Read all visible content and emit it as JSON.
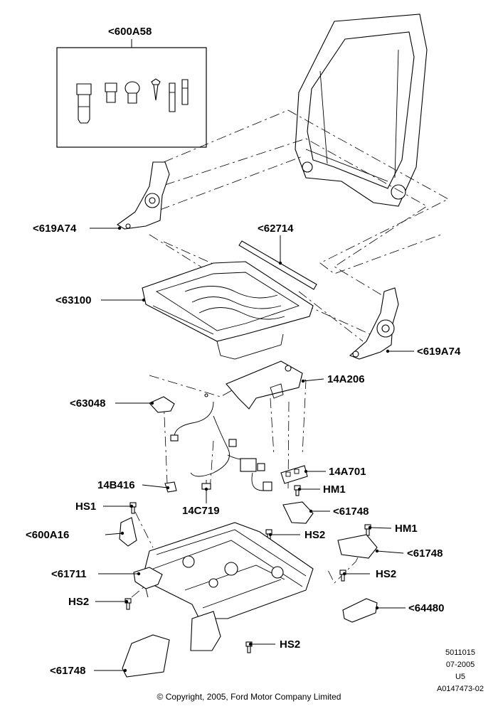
{
  "labels": {
    "l600A58": "<600A58",
    "l619A74_left": "<619A74",
    "l62714": "<62714",
    "l63100": "<63100",
    "l619A74_right": "<619A74",
    "l14A206": "14A206",
    "l63048": "<63048",
    "l14A701": "14A701",
    "l14B416": "14B416",
    "lHM1_a": "HM1",
    "l14C719": "14C719",
    "l61748_a": "<61748",
    "lHS1": "HS1",
    "l600A16": "<600A16",
    "lHS2_a": "HS2",
    "lHM1_b": "HM1",
    "l61748_b": "<61748",
    "l61711": "<61711",
    "lHS2_b": "HS2",
    "lHS2_c": "HS2",
    "l64480": "<64480",
    "lHS2_d": "HS2",
    "l61748_c": "<61748"
  },
  "meta": {
    "ref": "5011015",
    "date": "07-2005",
    "version": "U5",
    "illustration_id": "A0147473-02"
  },
  "copyright": "© Copyright, 2005, Ford Motor Company Limited"
}
